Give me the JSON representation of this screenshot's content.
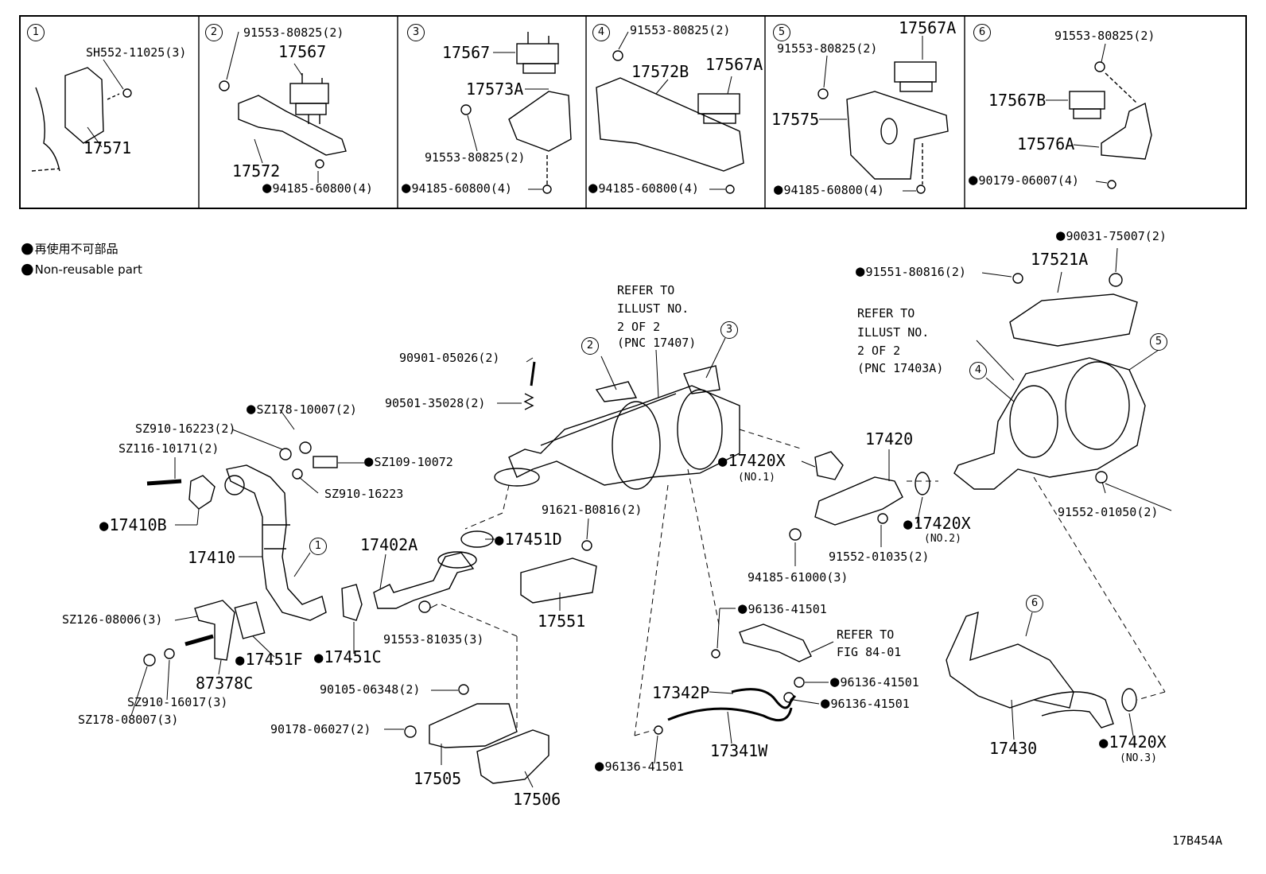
{
  "panels": [
    {
      "id": "1",
      "labels": [
        "SH552-11025(3)",
        "17571"
      ]
    },
    {
      "id": "2",
      "labels": [
        "91553-80825(2)",
        "17567",
        "17572",
        "94185-60800(4)"
      ]
    },
    {
      "id": "3",
      "labels": [
        "17567",
        "17573A",
        "91553-80825(2)",
        "94185-60800(4)"
      ]
    },
    {
      "id": "4",
      "labels": [
        "91553-80825(2)",
        "17572B",
        "17567A",
        "94185-60800(4)"
      ]
    },
    {
      "id": "5",
      "labels": [
        "17567A",
        "91553-80825(2)",
        "17575",
        "94185-60800(4)"
      ]
    },
    {
      "id": "6",
      "labels": [
        "91553-80825(2)",
        "17567B",
        "17576A",
        "90179-06007(4)"
      ]
    }
  ],
  "legend": {
    "jp": "再使用不可部品",
    "en": "Non-reusable part"
  },
  "refs": {
    "r1": [
      "REFER TO",
      "ILLUST NO.",
      "2 OF 2",
      "(PNC 17407)"
    ],
    "r2": [
      "REFER TO",
      "ILLUST NO.",
      "2 OF 2",
      "(PNC 17403A)"
    ],
    "r3": [
      "REFER TO",
      "FIG 84-01"
    ]
  },
  "parts": {
    "p90031": "90031-75007(2)",
    "p17521A": "17521A",
    "p91551": "91551-80816(2)",
    "p90901": "90901-05026(2)",
    "p90501": "90501-35028(2)",
    "pSZ178a": "SZ178-10007(2)",
    "pSZ910a": "SZ910-16223(2)",
    "pSZ116": "SZ116-10171(2)",
    "pSZ109": "SZ109-10072",
    "pSZ910b": "SZ910-16223",
    "p17410B": "17410B",
    "p17410": "17410",
    "p17402A": "17402A",
    "p17451D": "17451D",
    "p91621": "91621-B0816(2)",
    "p17551": "17551",
    "p17420": "17420",
    "p17420X1": "17420X",
    "pNO1": "(NO.1)",
    "p17420X2": "17420X",
    "pNO2": "(NO.2)",
    "p91552b": "91552-01050(2)",
    "p91552a": "91552-01035(2)",
    "p94185b": "94185-61000(3)",
    "pSZ126": "SZ126-08006(3)",
    "pSZ910c": "SZ910-16017(3)",
    "pSZ178b": "SZ178-08007(3)",
    "p87378C": "87378C",
    "p17451F": "17451F",
    "p17451C": "17451C",
    "p91553c": "91553-81035(3)",
    "p90105": "90105-06348(2)",
    "p90178": "90178-06027(2)",
    "p17505": "17505",
    "p17506": "17506",
    "p96136a": "96136-41501",
    "p96136b": "96136-41501",
    "p96136c": "96136-41501",
    "p96136d": "96136-41501",
    "p17342P": "17342P",
    "p17341W": "17341W",
    "p17430": "17430",
    "p17420X3": "17420X",
    "pNO3": "(NO.3)"
  },
  "callouts": [
    "1",
    "2",
    "3",
    "4",
    "5",
    "6"
  ],
  "illustration_id": "17B454A"
}
